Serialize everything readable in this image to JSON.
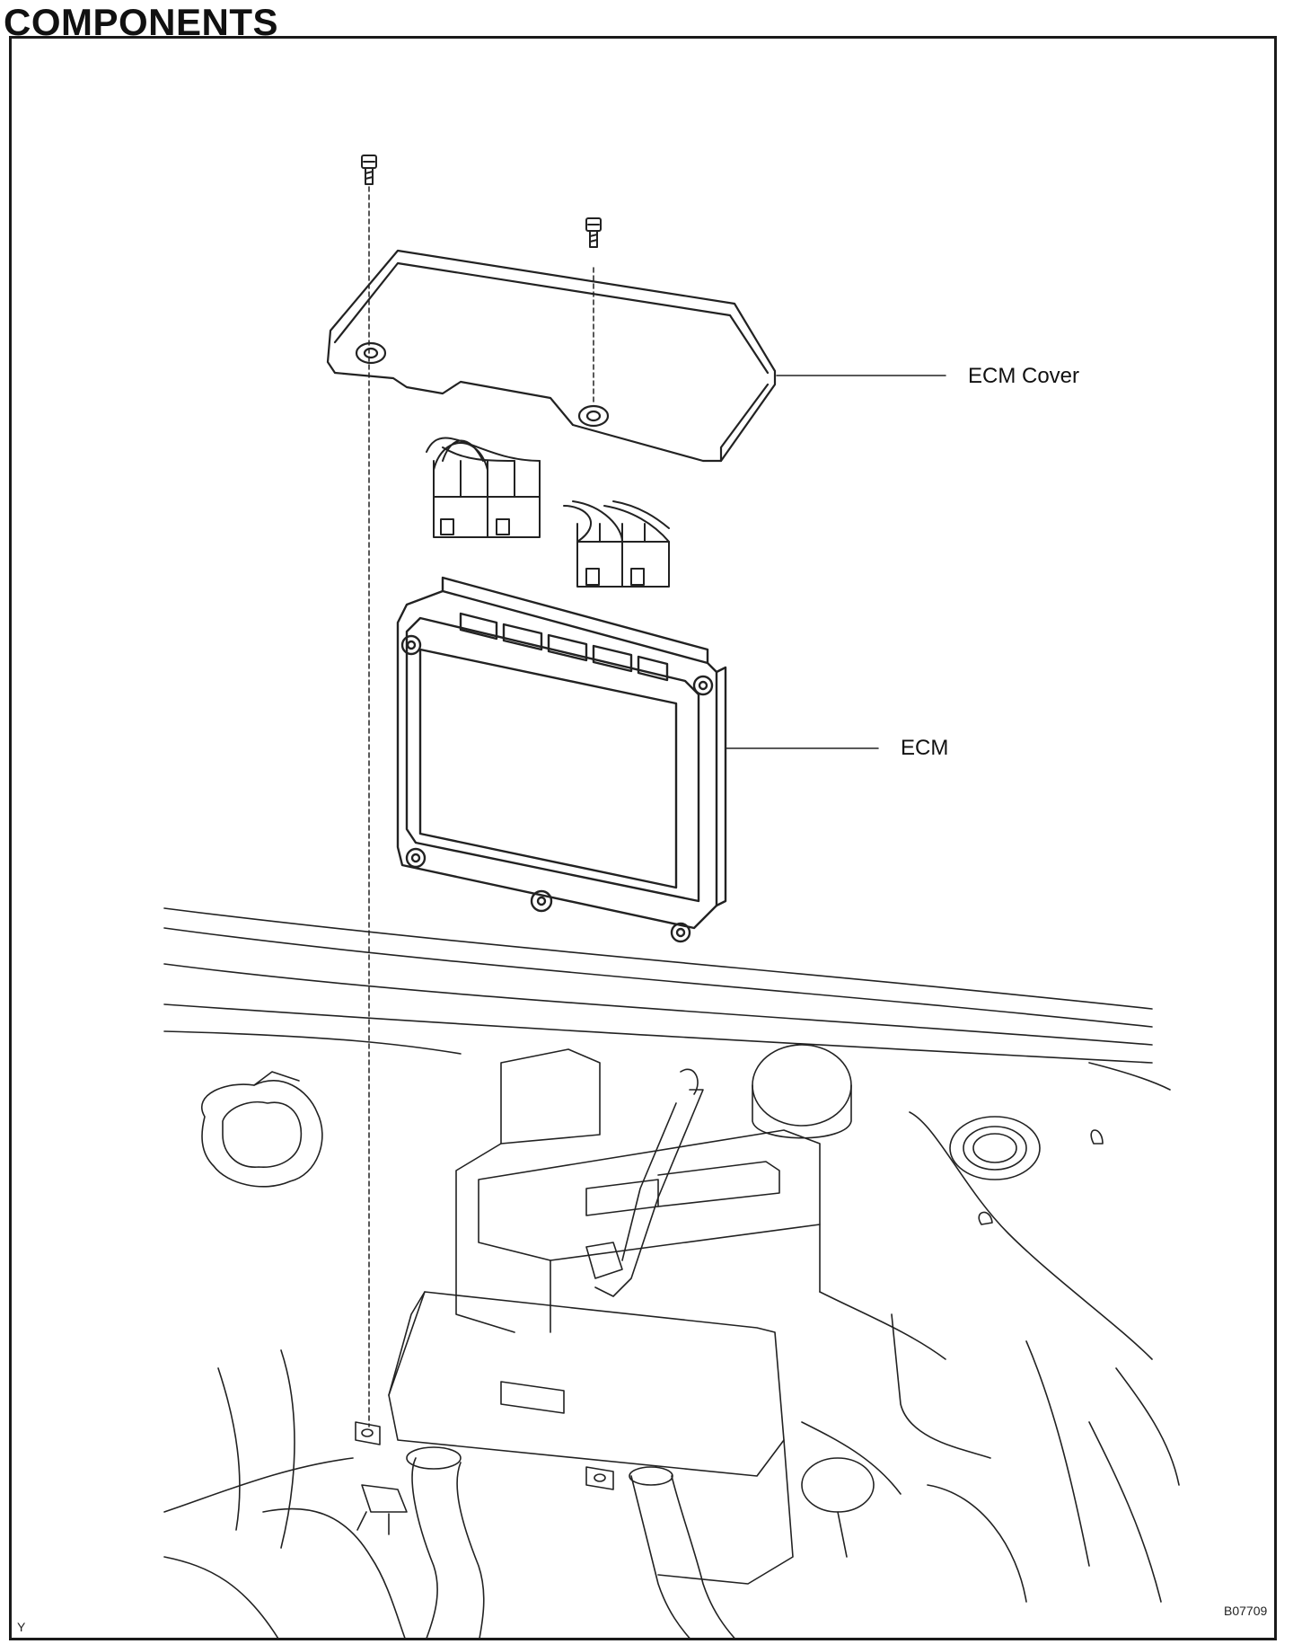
{
  "header": {
    "title": "COMPONENTS"
  },
  "diagram": {
    "labels": {
      "ecm_cover": "ECM Cover",
      "ecm": "ECM"
    },
    "corner_left": "Y",
    "figure_code": "B07709"
  }
}
